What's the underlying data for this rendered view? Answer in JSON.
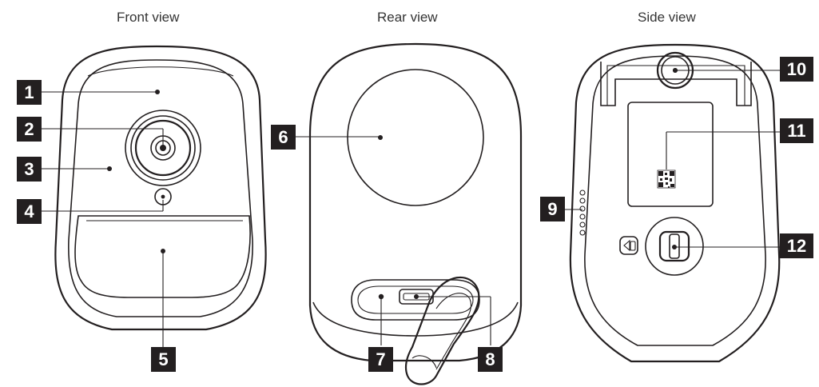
{
  "views": {
    "front": "Front view",
    "rear": "Rear view",
    "side": "Side view"
  },
  "callouts": {
    "c1": "1",
    "c2": "2",
    "c3": "3",
    "c4": "4",
    "c5": "5",
    "c6": "6",
    "c7": "7",
    "c8": "8",
    "c9": "9",
    "c10": "10",
    "c11": "11",
    "c12": "12"
  },
  "colors": {
    "line": "#231f20",
    "callout_bg": "#231f20",
    "callout_text": "#ffffff",
    "background": "#ffffff"
  },
  "icons": {
    "qr_code": "qr-code-icon",
    "lock_symbol": "unlock-symbol-icon",
    "lens": "camera-lens-icon"
  }
}
